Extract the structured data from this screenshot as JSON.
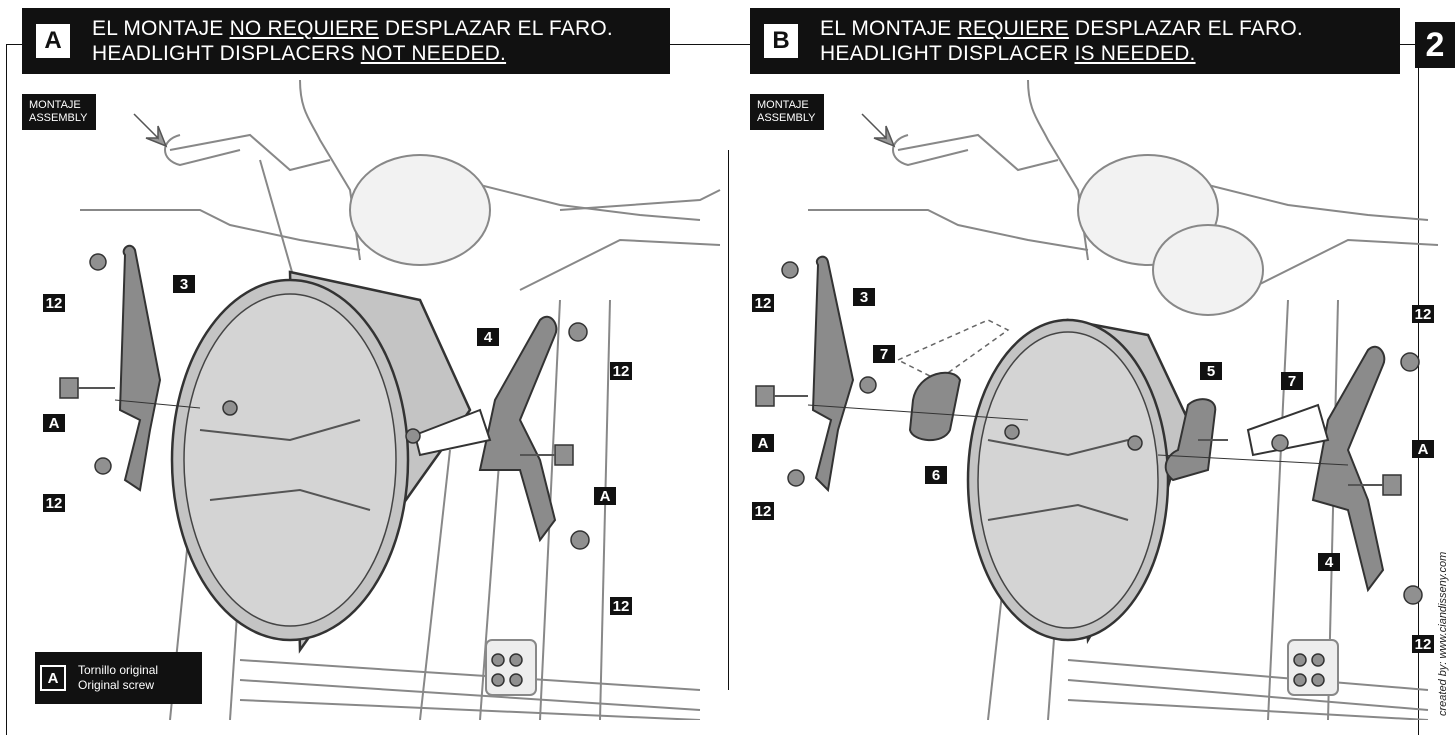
{
  "page_number": "2",
  "credit": "created by: www.ciandisseny.com",
  "panels": {
    "a": {
      "letter": "A",
      "line1_pre": "EL MONTAJE ",
      "line1_u": "NO REQUIERE",
      "line1_post": " DESPLAZAR EL FARO.",
      "line2_pre": "HEADLIGHT DISPLACERS ",
      "line2_u": "NOT NEEDED.",
      "montaje_label": "MONTAJE",
      "assembly_label": "ASSEMBLY"
    },
    "b": {
      "letter": "B",
      "line1_pre": "EL MONTAJE ",
      "line1_u": "REQUIERE",
      "line1_post": " DESPLAZAR EL FARO.",
      "line2_pre": "HEADLIGHT DISPLACER ",
      "line2_u": "IS NEEDED.",
      "montaje_label": "MONTAJE",
      "assembly_label": "ASSEMBLY"
    }
  },
  "legend": {
    "key": "A",
    "line1": "Tornillo original",
    "line2": "Original screw"
  },
  "callouts": {
    "a": {
      "c12a": "12",
      "c3": "3",
      "cA1": "A",
      "c12b": "12",
      "c4": "4",
      "c12c": "12",
      "cA2": "A",
      "c12d": "12"
    },
    "b": {
      "c12a": "12",
      "c3": "3",
      "cA1": "A",
      "c12b": "12",
      "c7a": "7",
      "c6": "6",
      "c5": "5",
      "c7b": "7",
      "c12c": "12",
      "cA2": "A",
      "c4": "4",
      "c12d": "12"
    }
  }
}
